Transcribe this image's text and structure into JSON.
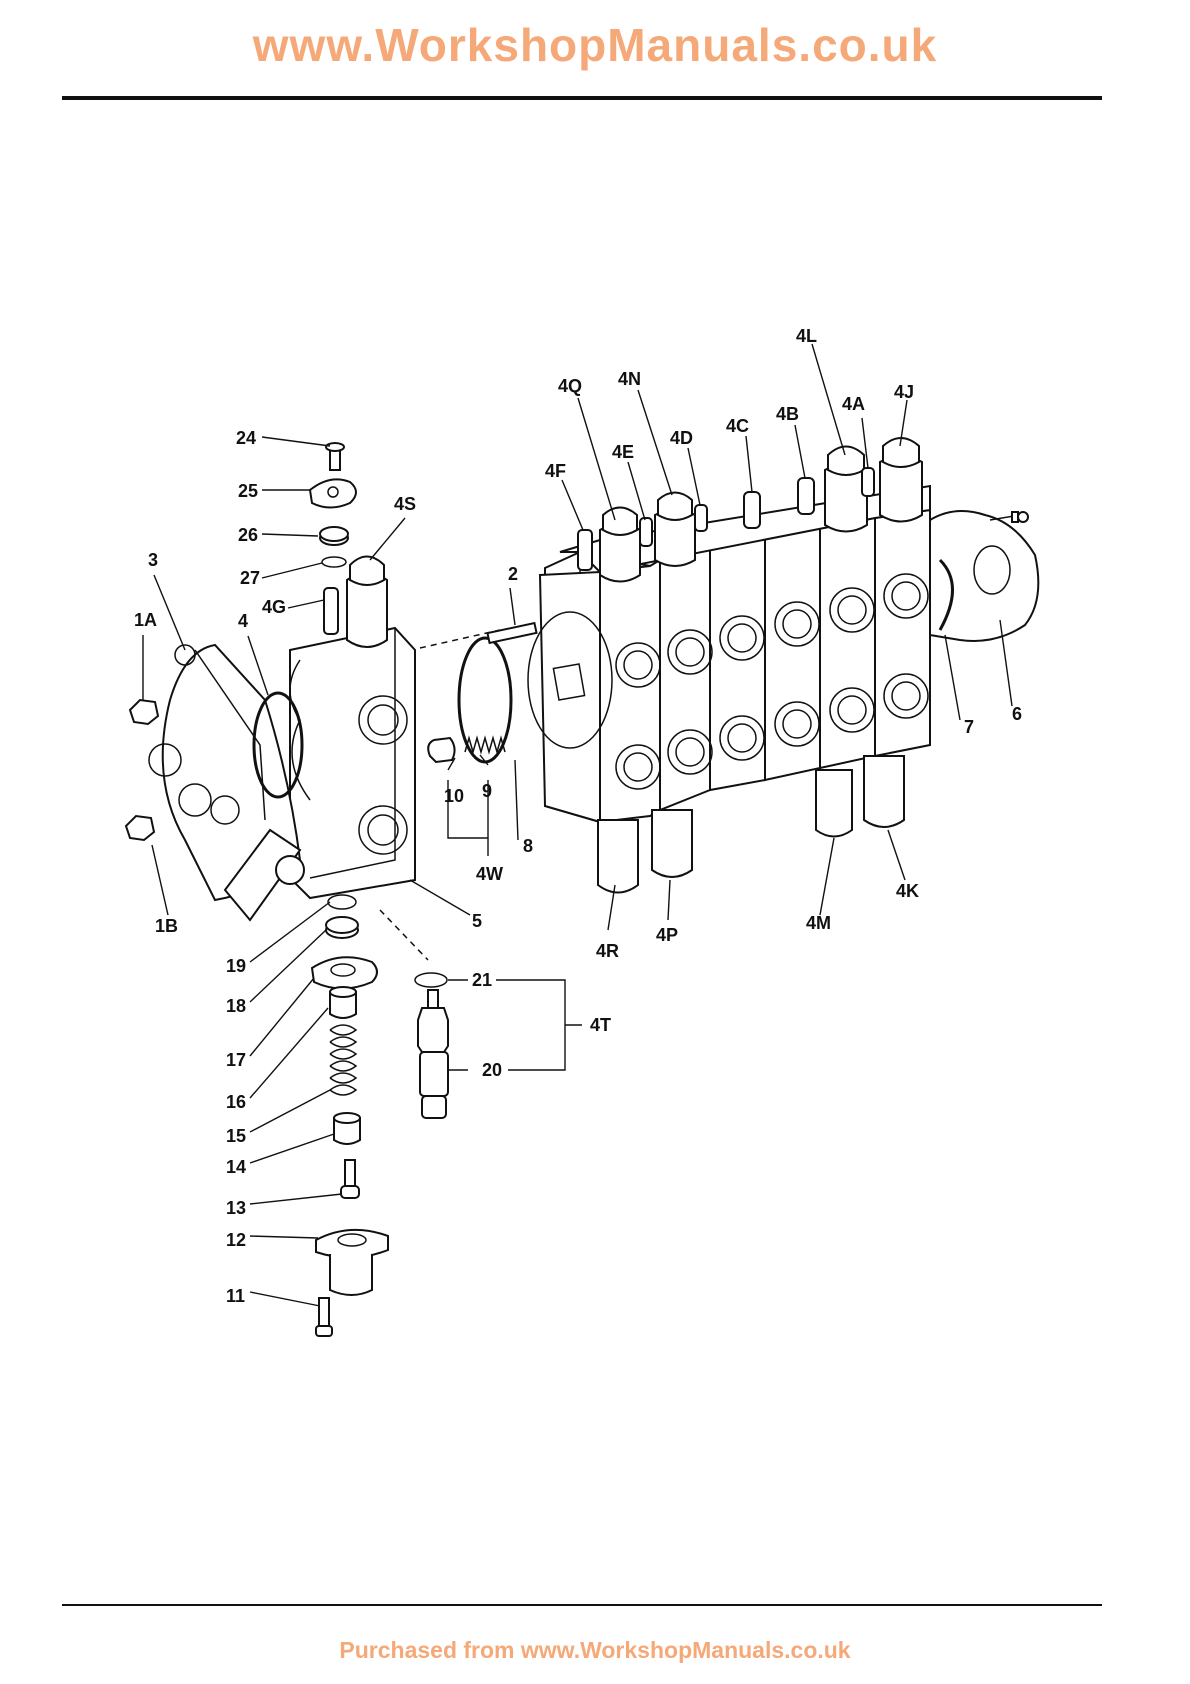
{
  "header": {
    "title": "www.WorkshopManuals.co.uk",
    "color": "#f5a878"
  },
  "footer": {
    "text": "Purchased from www.WorkshopManuals.co.uk",
    "color": "#f5a878"
  },
  "diagram": {
    "labels": [
      {
        "id": "24",
        "text": "24"
      },
      {
        "id": "25",
        "text": "25"
      },
      {
        "id": "26",
        "text": "26"
      },
      {
        "id": "27",
        "text": "27"
      },
      {
        "id": "3",
        "text": "3"
      },
      {
        "id": "4G",
        "text": "4G"
      },
      {
        "id": "4S",
        "text": "4S"
      },
      {
        "id": "1A",
        "text": "1A"
      },
      {
        "id": "4",
        "text": "4"
      },
      {
        "id": "1B",
        "text": "1B"
      },
      {
        "id": "2",
        "text": "2"
      },
      {
        "id": "10",
        "text": "10"
      },
      {
        "id": "9",
        "text": "9"
      },
      {
        "id": "8",
        "text": "8"
      },
      {
        "id": "4W",
        "text": "4W"
      },
      {
        "id": "5",
        "text": "5"
      },
      {
        "id": "19",
        "text": "19"
      },
      {
        "id": "18",
        "text": "18"
      },
      {
        "id": "17",
        "text": "17"
      },
      {
        "id": "16",
        "text": "16"
      },
      {
        "id": "15",
        "text": "15"
      },
      {
        "id": "14",
        "text": "14"
      },
      {
        "id": "13",
        "text": "13"
      },
      {
        "id": "12",
        "text": "12"
      },
      {
        "id": "11",
        "text": "11"
      },
      {
        "id": "21",
        "text": "21"
      },
      {
        "id": "20",
        "text": "20"
      },
      {
        "id": "4T",
        "text": "4T"
      },
      {
        "id": "4R",
        "text": "4R"
      },
      {
        "id": "4P",
        "text": "4P"
      },
      {
        "id": "4M",
        "text": "4M"
      },
      {
        "id": "4K",
        "text": "4K"
      },
      {
        "id": "7",
        "text": "7"
      },
      {
        "id": "6",
        "text": "6"
      },
      {
        "id": "4F",
        "text": "4F"
      },
      {
        "id": "4Q",
        "text": "4Q"
      },
      {
        "id": "4E",
        "text": "4E"
      },
      {
        "id": "4N",
        "text": "4N"
      },
      {
        "id": "4D",
        "text": "4D"
      },
      {
        "id": "4C",
        "text": "4C"
      },
      {
        "id": "4B",
        "text": "4B"
      },
      {
        "id": "4L",
        "text": "4L"
      },
      {
        "id": "4A",
        "text": "4A"
      },
      {
        "id": "4J",
        "text": "4J"
      }
    ]
  }
}
